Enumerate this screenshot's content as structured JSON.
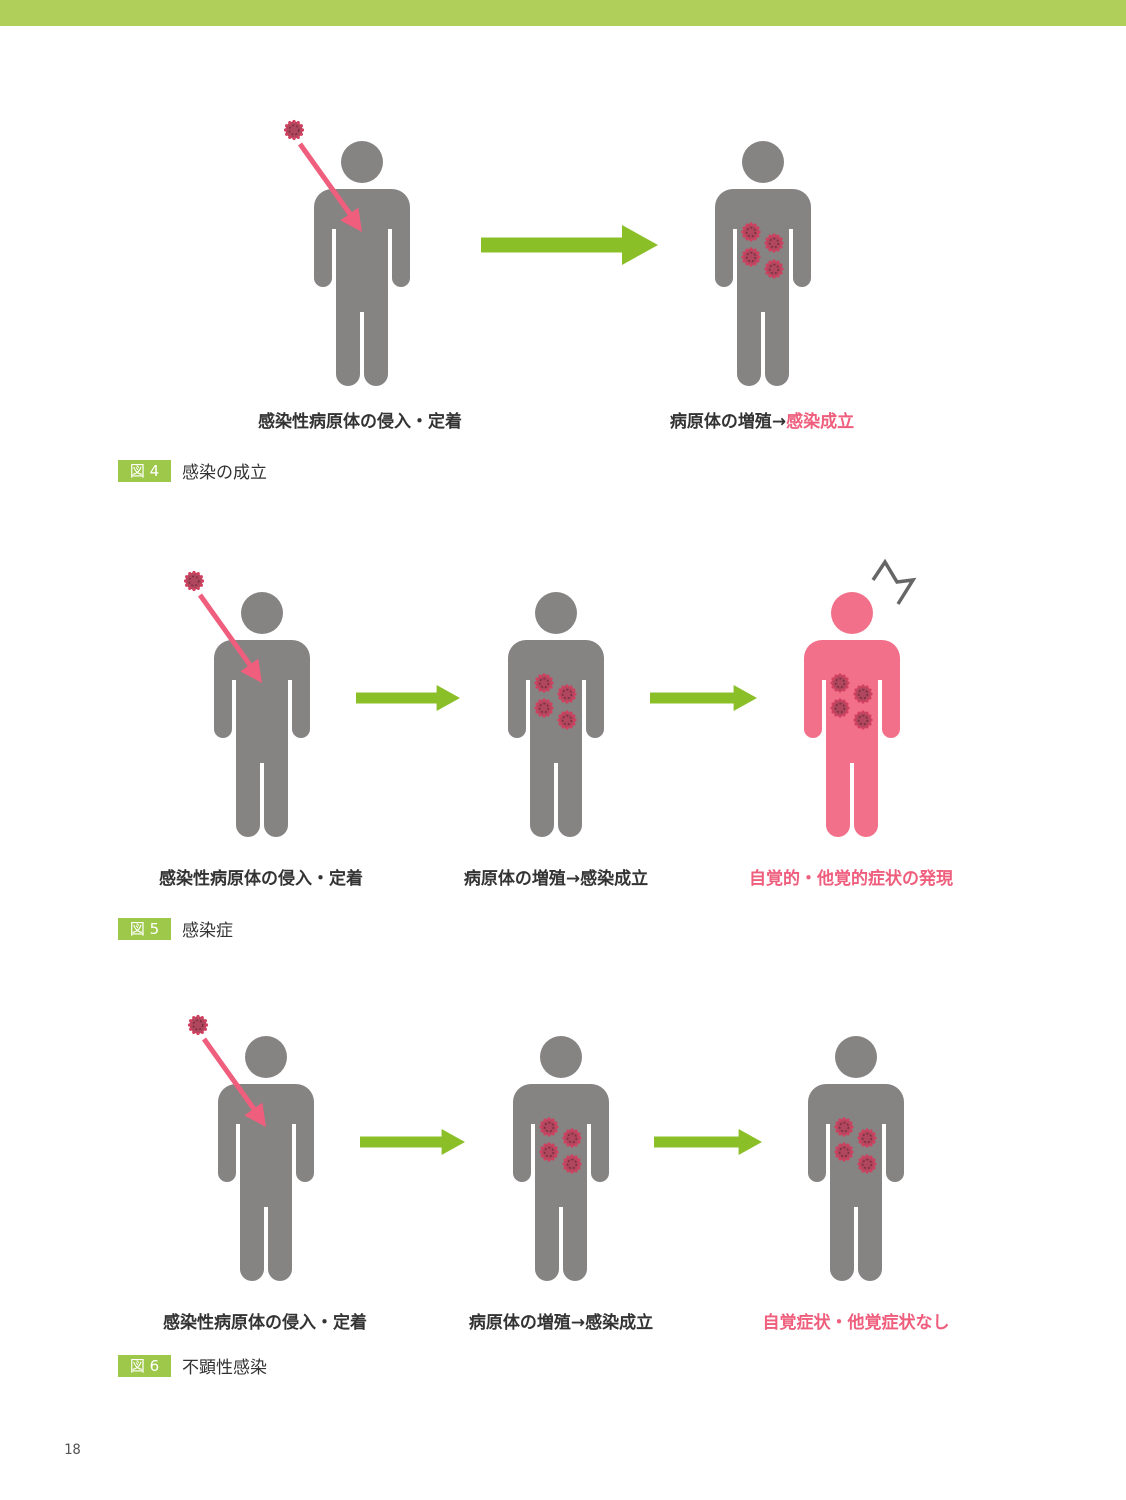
{
  "colors": {
    "accent_green": "#8bbf28",
    "banner": "#afcf5a",
    "person_gray": "#868383",
    "symptom_pink": "#f2708a",
    "arrow_pink": "#ef5e7d"
  },
  "figures": [
    {
      "number": "図 4",
      "title": "感染の成立",
      "labels": [
        {
          "text": "感染性病原体の侵入・定着"
        },
        {
          "text": "病原体の増殖→",
          "highlight": "感染成立"
        }
      ]
    },
    {
      "number": "図 5",
      "title": "感染症",
      "labels": [
        {
          "text": "感染性病原体の侵入・定着"
        },
        {
          "text": "病原体の増殖→感染成立"
        },
        {
          "highlight": "自覚的・他覚的症状の発現"
        }
      ]
    },
    {
      "number": "図 6",
      "title": "不顕性感染",
      "labels": [
        {
          "text": "感染性病原体の侵入・定着"
        },
        {
          "text": "病原体の増殖→感染成立"
        },
        {
          "highlight": "自覚症状・他覚症状なし"
        }
      ]
    }
  ],
  "page_number": "18"
}
